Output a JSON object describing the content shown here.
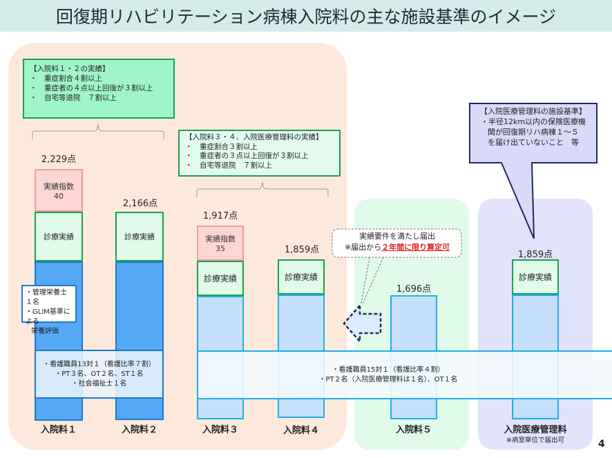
{
  "title": "回復期リハビリテーション病棟入院料の主な施設基準のイメージ",
  "page_number": "4",
  "criteria_1_2": {
    "heading": "【入院料１・２の実績】",
    "items": [
      "・　重症割合４割以上",
      "・　重症者の４点以上回復が３割以上",
      "・　自宅等退院　７割以上"
    ]
  },
  "criteria_3_4": {
    "heading": "【入院料３・４、入院医療管理料の実績】",
    "items": [
      "・　重症割合３割以上",
      "・　重症者の３点以上回復が３割以上",
      "・　自宅等退院　７割以上"
    ]
  },
  "mgmt_criteria": {
    "heading": "【入院医療管理料の施設基準】",
    "lines": [
      "・半径12km以内の保険医療機",
      "関が回復期リハ病棟１～５",
      "を届け出ていないこと　等"
    ]
  },
  "notice": {
    "line1": "実績要件を満たし届出",
    "line2_prefix": "※届出から",
    "line2_emph": "２年間に限り算定可"
  },
  "perf_index_label": "実績指数",
  "clinical_label": "診療実績",
  "bars": [
    {
      "label": "入院料１",
      "points": "2,229点",
      "perf_index": "40"
    },
    {
      "label": "入院料２",
      "points": "2,166点"
    },
    {
      "label": "入院料３",
      "points": "1,917点",
      "perf_index": "35"
    },
    {
      "label": "入院料４",
      "points": "1,859点"
    },
    {
      "label": "入院料５",
      "points": "1,696点"
    },
    {
      "label": "入院医療管理料",
      "points": "1,859点",
      "note": "※病室単位で届出可"
    }
  ],
  "nutrition": [
    "・管理栄養士１名",
    "・GLIM基準による",
    "栄養評価"
  ],
  "staff_1_2": [
    "・看護職員13対１（看護比率７割）",
    "・PT３名、OT２名、ST１名",
    "・社会福祉士１名"
  ],
  "staff_3_5": [
    "・看護職員15対１（看護比率４割）",
    "・PT２名（入院医療管理料は１名）、OT１名"
  ],
  "colors": {
    "peach": "#fde9dc",
    "green_region": "#e0fbe9",
    "lavender": "#e2e2fb",
    "dark_bar": "#55a8f5",
    "light_bar": "#c6e0fb",
    "emph": "#e52020"
  }
}
